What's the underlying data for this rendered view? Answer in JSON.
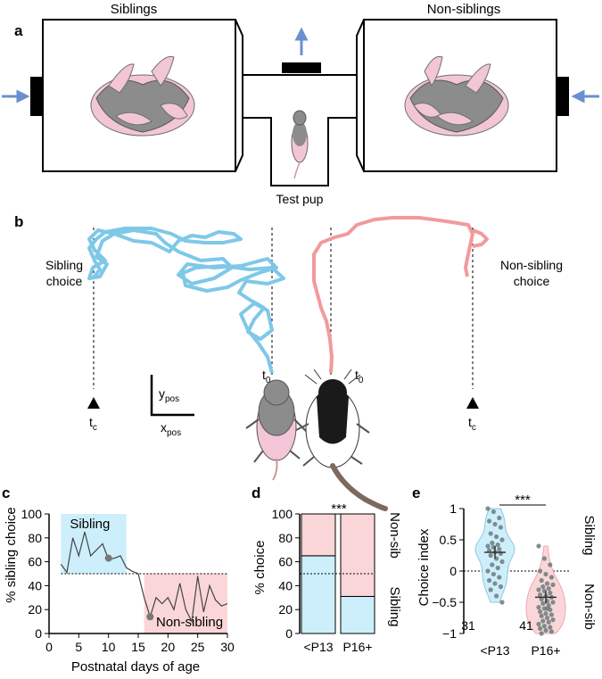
{
  "panels": {
    "a": "a",
    "b": "b",
    "c": "c",
    "d": "d",
    "e": "e"
  },
  "panel_a": {
    "left_chamber": "Siblings",
    "right_chamber": "Non-siblings",
    "center_label": "Test pup"
  },
  "panel_b": {
    "sibling_choice_line1": "Sibling",
    "sibling_choice_line2": "choice",
    "nonsibling_choice_line1": "Non-sibling",
    "nonsibling_choice_line2": "choice",
    "t0": "t",
    "t0_sub": "0",
    "tc": "t",
    "tc_sub": "c",
    "ypos": "y",
    "ypos_sub": "pos",
    "xpos": "x",
    "xpos_sub": "pos"
  },
  "colors": {
    "sibling": "#7ec8e8",
    "sibling_fill": "#cdeffb",
    "nonsibling": "#f29a9a",
    "nonsibling_fill": "#fbd6d8",
    "pup_pink": "#f2c6d6",
    "pup_gray": "#8c8c8c"
  },
  "chart_data": [
    {
      "panel": "c",
      "type": "line",
      "xlabel": "Postnatal days of age",
      "ylabel": "% sibling choice",
      "xlim": [
        0,
        30
      ],
      "ylim": [
        0,
        100
      ],
      "xticks": [
        0,
        5,
        10,
        15,
        20,
        25,
        30
      ],
      "yticks": [
        0,
        20,
        40,
        60,
        80,
        100
      ],
      "reference_line": 50,
      "regions": [
        {
          "label": "Sibling",
          "x": [
            2,
            13
          ],
          "y": [
            50,
            100
          ],
          "color": "#cdeffb"
        },
        {
          "label": "Non-sibling",
          "x": [
            16,
            30
          ],
          "y": [
            0,
            50
          ],
          "color": "#fbd6d8"
        }
      ],
      "x": [
        2,
        3,
        4,
        5,
        6,
        7,
        8,
        9,
        10,
        11,
        12,
        13,
        14,
        15,
        16,
        17,
        18,
        19,
        20,
        21,
        22,
        23,
        24,
        25,
        26,
        27,
        28,
        29,
        30
      ],
      "y": [
        58,
        51,
        80,
        65,
        85,
        65,
        70,
        75,
        62,
        63,
        65,
        55,
        52,
        50,
        30,
        14,
        30,
        25,
        30,
        20,
        42,
        20,
        10,
        48,
        18,
        40,
        28,
        23,
        25
      ],
      "highlighted_points": [
        {
          "x": 10,
          "y": 63
        },
        {
          "x": 17,
          "y": 14
        }
      ]
    },
    {
      "panel": "d",
      "type": "bar",
      "ylabel": "% choice",
      "categories": [
        "<P13",
        "P16+"
      ],
      "ylim": [
        0,
        100
      ],
      "yticks": [
        0,
        20,
        40,
        60,
        80,
        100
      ],
      "series": [
        {
          "name": "Sibling",
          "values": [
            65,
            31
          ],
          "color": "#cdeffb"
        },
        {
          "name": "Non-sib",
          "values": [
            35,
            69
          ],
          "color": "#fbd6d8"
        }
      ],
      "reference_line": 50,
      "significance": "***"
    },
    {
      "panel": "e",
      "type": "scatter",
      "ylabel": "Choice index",
      "categories": [
        "<P13",
        "P16+"
      ],
      "ylim": [
        -1,
        1
      ],
      "yticks": [
        -1,
        -0.5,
        0,
        0.5,
        1
      ],
      "ytick_labels": [
        "−1",
        "−0.5",
        "0",
        "0.5",
        "1"
      ],
      "side_labels": [
        "Sibling",
        "Non-sib"
      ],
      "counts": [
        "31",
        "41"
      ],
      "means": [
        0.3,
        -0.42
      ],
      "significance": "***",
      "series": [
        {
          "name": "<P13",
          "color": "#cdeffb",
          "values": [
            1.0,
            0.95,
            0.85,
            0.8,
            0.75,
            0.7,
            0.6,
            0.55,
            0.5,
            0.45,
            0.42,
            0.4,
            0.38,
            0.35,
            0.33,
            0.3,
            0.28,
            0.25,
            0.2,
            0.15,
            0.1,
            0.05,
            0.0,
            -0.05,
            -0.1,
            -0.15,
            -0.2,
            -0.25,
            -0.3,
            -0.4,
            -0.5
          ]
        },
        {
          "name": "P16+",
          "color": "#fbd6d8",
          "values": [
            0.4,
            0.2,
            0.1,
            0.0,
            -0.05,
            -0.1,
            -0.15,
            -0.2,
            -0.22,
            -0.25,
            -0.28,
            -0.3,
            -0.32,
            -0.35,
            -0.38,
            -0.4,
            -0.42,
            -0.45,
            -0.48,
            -0.5,
            -0.52,
            -0.55,
            -0.58,
            -0.6,
            -0.62,
            -0.65,
            -0.68,
            -0.7,
            -0.72,
            -0.75,
            -0.78,
            -0.8,
            -0.82,
            -0.85,
            -0.88,
            -0.9,
            -0.92,
            -0.95,
            -0.97,
            -1.0,
            -0.6
          ]
        }
      ]
    }
  ]
}
